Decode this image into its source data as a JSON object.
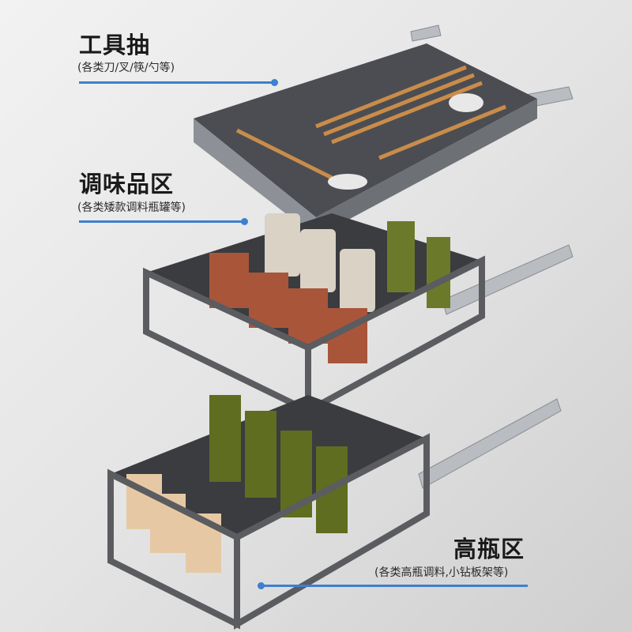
{
  "sections": [
    {
      "title": "工具抽",
      "subtitle": "(各类刀/叉/筷/勺等)"
    },
    {
      "title": "调味品区",
      "subtitle": "(各类矮款调料瓶罐等)"
    },
    {
      "title": "高瓶区",
      "subtitle": "(各类高瓶调料,小钻板架等)"
    }
  ],
  "colors": {
    "accent": "#3d7fd0",
    "frame": "#5a5c60"
  }
}
